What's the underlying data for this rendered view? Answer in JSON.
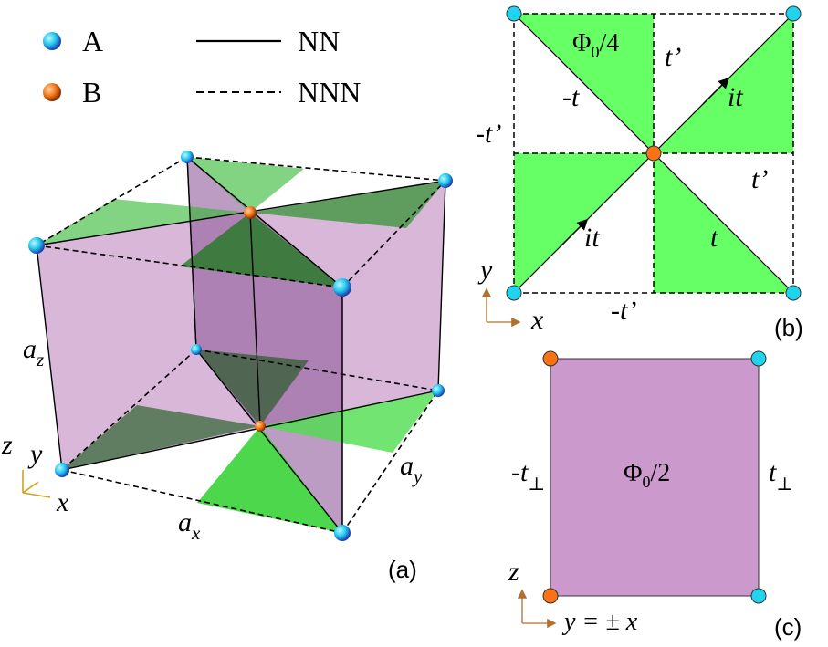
{
  "legend": {
    "site_a": "A",
    "site_b": "B",
    "nn": "NN",
    "nnn": "NNN"
  },
  "panel_a": {
    "tag": "(a)",
    "a_z": "a",
    "a_z_sub": "z",
    "a_x": "a",
    "a_x_sub": "x",
    "a_y": "a",
    "a_y_sub": "y",
    "axis_z": "z",
    "axis_y": "y",
    "axis_x": "x"
  },
  "panel_b": {
    "tag": "(b)",
    "flux": "Φ",
    "flux_sub": "0",
    "flux_frac": "/4",
    "t_prime_top": "t’",
    "neg_t": "-t",
    "it_upper": "it",
    "neg_t_prime_left": "-t’",
    "t_prime_right": "t’",
    "it_lower": "it",
    "t_lower": "t",
    "neg_t_prime_bottom": "-t’",
    "axis_y": "y",
    "axis_x": "x"
  },
  "panel_c": {
    "tag": "(c)",
    "flux": "Φ",
    "flux_sub": "0",
    "flux_frac": "/2",
    "neg_t_perp": "-t",
    "t_perp": "t",
    "perp_symbol": "⊥",
    "axis_z": "z",
    "axis_h": "y = ± x"
  },
  "colors": {
    "site_a": "#22d3ee",
    "site_b": "#f97316",
    "flux_quarter": "#66ff66",
    "flux_half": "#cc99cc",
    "axis": "#b07030"
  }
}
